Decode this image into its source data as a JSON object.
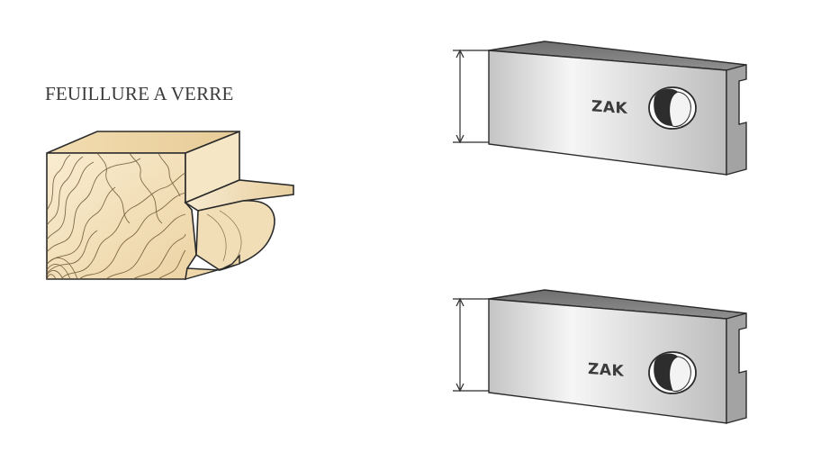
{
  "profile": {
    "title": "FEUILLURE A VERRE"
  },
  "knives": [
    {
      "brand": "ZAK"
    },
    {
      "brand": "ZAK"
    }
  ],
  "colors": {
    "wood_light": "#f6e7c8",
    "wood_mid": "#ecd3a3",
    "wood_grain": "#6b5332",
    "knife_face_light": "#f4f4f4",
    "knife_face_dark": "#b3b3b3",
    "knife_top": "#7d7d7d",
    "knife_side": "#a0a0a0",
    "outline": "#2b2b2b"
  }
}
